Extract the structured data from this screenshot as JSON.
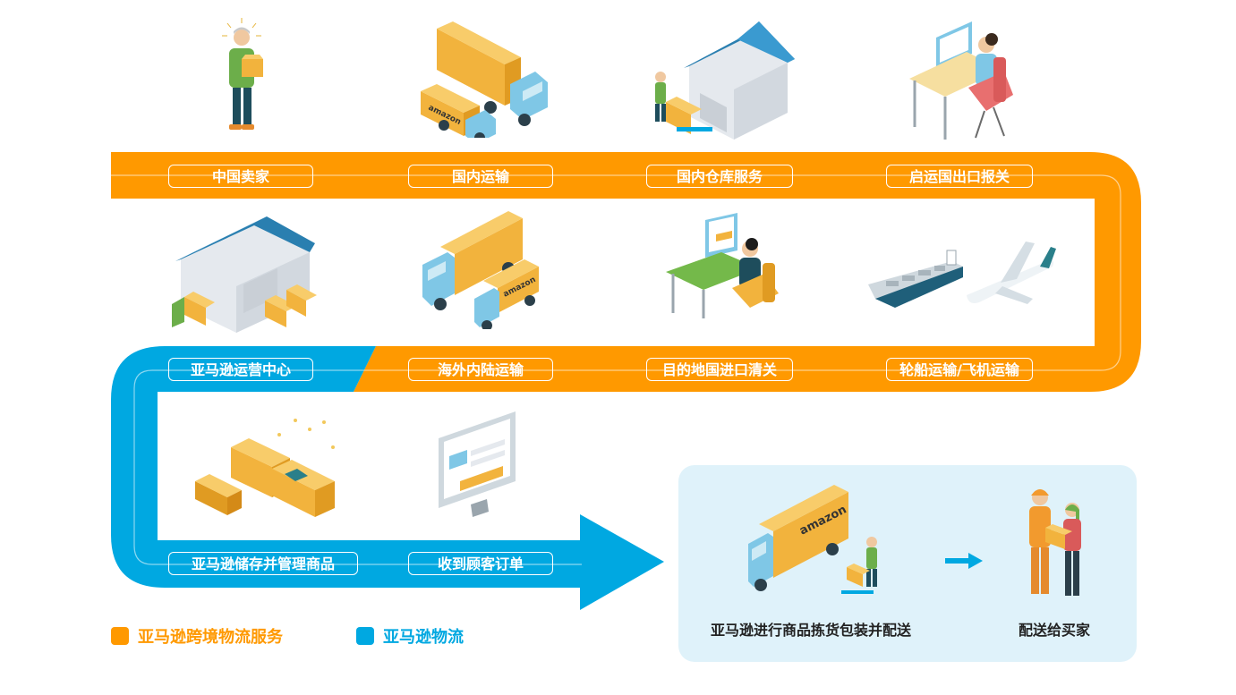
{
  "colors": {
    "orange": "#ff9900",
    "blue": "#00a8e1",
    "panel": "#dff2fa"
  },
  "steps": [
    {
      "label": "中国卖家",
      "icon": "seller-person-icon"
    },
    {
      "label": "国内运输",
      "icon": "domestic-trucks-icon"
    },
    {
      "label": "国内仓库服务",
      "icon": "domestic-warehouse-icon"
    },
    {
      "label": "启运国出口报关",
      "icon": "export-declaration-desk-icon"
    },
    {
      "label": "轮船运输/飞机运输",
      "icon": "ship-and-plane-icon"
    },
    {
      "label": "目的地国进口清关",
      "icon": "import-clearance-desk-icon"
    },
    {
      "label": "海外内陆运输",
      "icon": "overseas-truck-icon"
    },
    {
      "label": "亚马逊运营中心",
      "icon": "fulfillment-center-icon"
    },
    {
      "label": "亚马逊储存并管理商品",
      "icon": "stacked-boxes-icon"
    },
    {
      "label": "收到顾客订单",
      "icon": "order-monitor-icon"
    }
  ],
  "delivery": {
    "pick_pack_label": "亚马逊进行商品拣货包装并配送",
    "deliver_label": "配送给买家"
  },
  "legend": [
    {
      "label": "亚马逊跨境物流服务",
      "color": "#ff9900"
    },
    {
      "label": "亚马逊物流",
      "color": "#00a8e1"
    }
  ]
}
